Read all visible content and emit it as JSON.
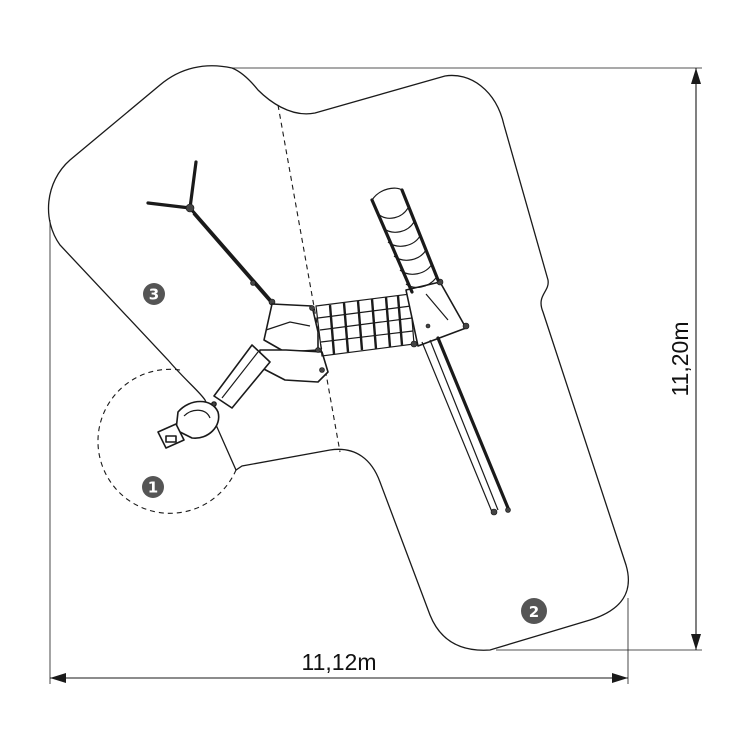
{
  "dimensions": {
    "width": "11,12m",
    "height": "11,20m"
  },
  "zones": [
    {
      "id": "zone-1",
      "badge": "❶"
    },
    {
      "id": "zone-2",
      "badge": "❷"
    },
    {
      "id": "zone-3",
      "badge": "❸"
    }
  ]
}
